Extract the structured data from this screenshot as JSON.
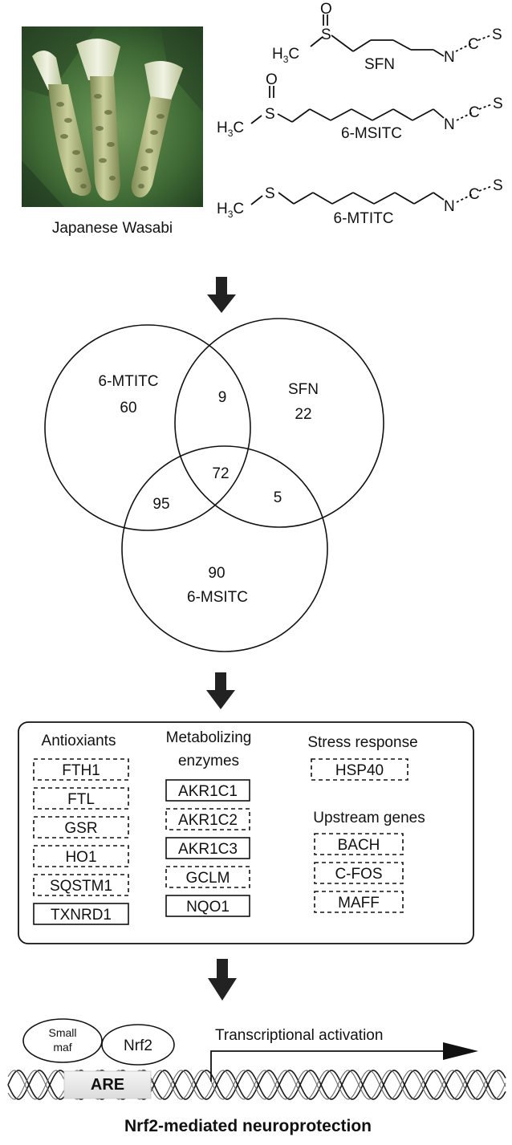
{
  "photo": {
    "caption": "Japanese Wasabi"
  },
  "structures": [
    {
      "label": "SFN",
      "has_sulfoxide": true
    },
    {
      "label": "6-MSITC",
      "has_sulfoxide": true
    },
    {
      "label": "6-MTITC",
      "has_sulfoxide": false
    }
  ],
  "atoms": {
    "oxygen": "O",
    "sulfur": "S",
    "h3c": "H3C",
    "h": "H",
    "sub3": "3",
    "c": "C",
    "n": "N",
    "ncs_s": "S"
  },
  "venn": {
    "sets": [
      {
        "name": "6-MTITC",
        "only": 60
      },
      {
        "name": "SFN",
        "only": 22
      },
      {
        "name": "6-MSITC",
        "only": 90
      }
    ],
    "overlaps": {
      "mtitc_sfn": 9,
      "mtitc_msitc": 95,
      "sfn_msitc": 5,
      "all": 72
    }
  },
  "gene_box": {
    "antioxidants": {
      "title": "Antioxiants",
      "genes": [
        {
          "name": "FTH1",
          "style": "dashed"
        },
        {
          "name": "FTL",
          "style": "dashed"
        },
        {
          "name": "GSR",
          "style": "dashed"
        },
        {
          "name": "HO1",
          "style": "dashed"
        },
        {
          "name": "SQSTM1",
          "style": "dashed"
        },
        {
          "name": "TXNRD1",
          "style": "solid"
        }
      ]
    },
    "metabolizing": {
      "title_line1": "Metabolizing",
      "title_line2": "enzymes",
      "genes": [
        {
          "name": "AKR1C1",
          "style": "solid"
        },
        {
          "name": "AKR1C2",
          "style": "dashed"
        },
        {
          "name": "AKR1C3",
          "style": "solid"
        },
        {
          "name": "GCLM",
          "style": "dashed"
        },
        {
          "name": "NQO1",
          "style": "solid"
        }
      ]
    },
    "stress": {
      "title": "Stress response",
      "genes": [
        {
          "name": "HSP40",
          "style": "dashed"
        }
      ]
    },
    "upstream": {
      "title": "Upstream genes",
      "genes": [
        {
          "name": "BACH",
          "style": "dashed"
        },
        {
          "name": "C-FOS",
          "style": "dashed"
        },
        {
          "name": "MAFF",
          "style": "dashed"
        }
      ]
    }
  },
  "mechanism": {
    "small_maf_line1": "Small",
    "small_maf_line2": "maf",
    "nrf2": "Nrf2",
    "are": "ARE",
    "activation": "Transcriptional activation"
  },
  "footer_title": "Nrf2-mediated neuroprotection"
}
